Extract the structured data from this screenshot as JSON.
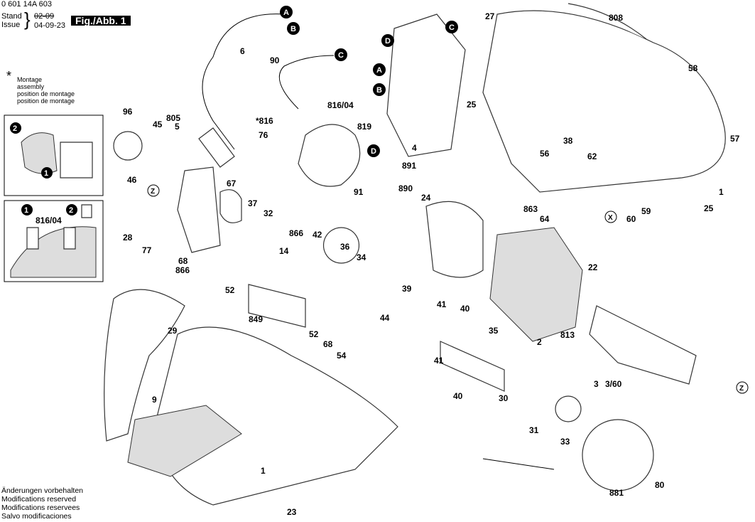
{
  "header": {
    "part_number": "0 601 14A 603",
    "stand_label": "Stand",
    "issue_label": "Issue",
    "old_date": "02-09",
    "issue_date": "04-09-23",
    "figure_label": "Fig./Abb. 1"
  },
  "assembly_note": {
    "symbol": "*",
    "lines": [
      "Montage",
      "assembly",
      "position de montage",
      "position de montage"
    ]
  },
  "footer_notes": [
    "Änderungen vorbehalten",
    "Modifications reserved",
    "Modifications reservees",
    "Salvo modificaciones"
  ],
  "inset_boxes": [
    {
      "callouts": [
        "2",
        "1"
      ]
    },
    {
      "callouts": [
        "1",
        "816/04",
        "2"
      ]
    }
  ],
  "connector_refs": [
    "A",
    "B",
    "C",
    "D",
    "C",
    "A",
    "B",
    "D",
    "X",
    "Z",
    "Z"
  ],
  "parts": [
    "6",
    "90",
    "27",
    "808",
    "58",
    "57",
    "25",
    "96",
    "805",
    "5",
    "45",
    "816/04",
    "*816",
    "819",
    "76",
    "4",
    "46",
    "891",
    "38",
    "56",
    "62",
    "890",
    "91",
    "24",
    "67",
    "37",
    "32",
    "863",
    "64",
    "60",
    "59",
    "25",
    "1",
    "28",
    "866",
    "42",
    "22",
    "77",
    "14",
    "36",
    "34",
    "68",
    "866",
    "52",
    "39",
    "41",
    "40",
    "44",
    "849",
    "52",
    "68",
    "54",
    "35",
    "2",
    "813",
    "41",
    "3",
    "3/60",
    "29",
    "30",
    "40",
    "9",
    "31",
    "33",
    "1",
    "881",
    "80",
    "23"
  ]
}
